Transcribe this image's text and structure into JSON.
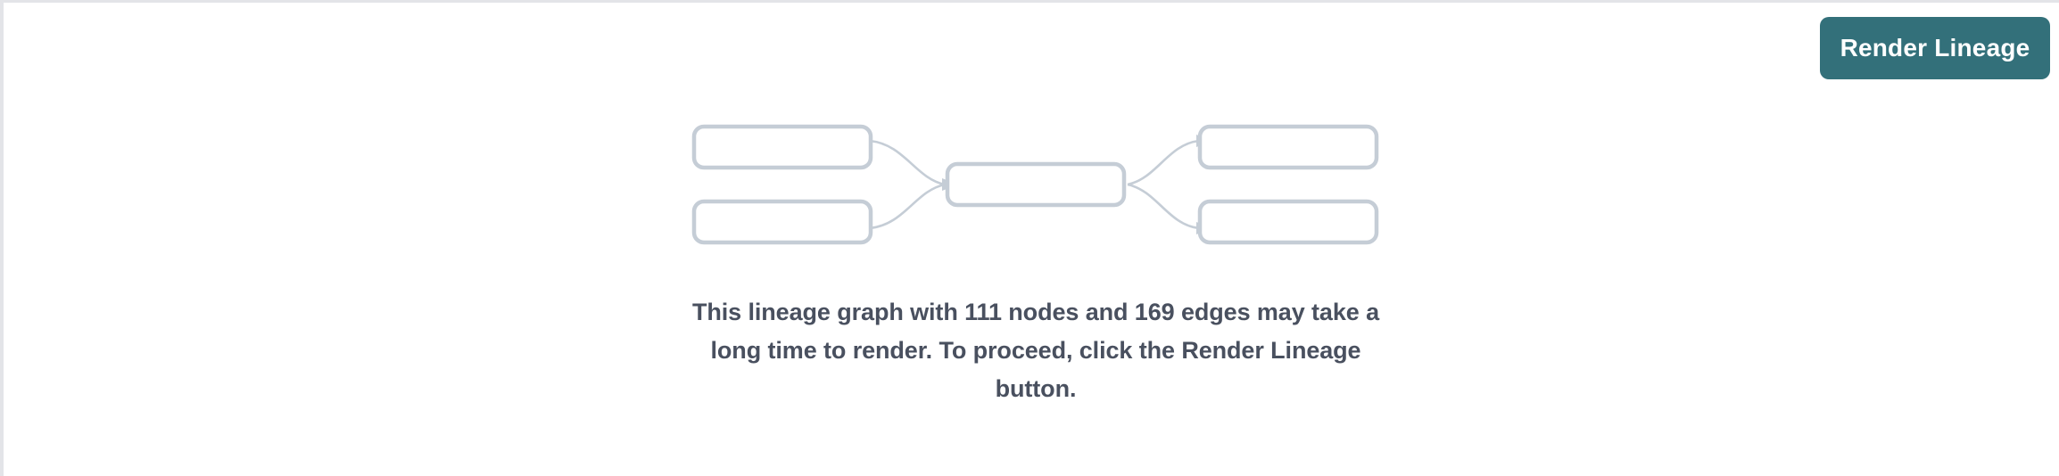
{
  "panel": {
    "background_color": "#ffffff",
    "border_color": "#e3e4e8"
  },
  "toolbar": {
    "render_lineage_label": "Render Lineage",
    "button_color": "#33707a",
    "button_text_color": "#ffffff"
  },
  "graph_placeholder": {
    "node_stroke_color": "#c5cdd6",
    "edge_stroke_color": "#c5cdd6",
    "node_count": 5,
    "edge_count": 4
  },
  "message": {
    "text": "This lineage graph with 111 nodes and 169 edges may take a long time to render. To proceed, click the Render Lineage button.",
    "node_count": "111",
    "edge_count": "169",
    "text_color": "#49505f"
  }
}
